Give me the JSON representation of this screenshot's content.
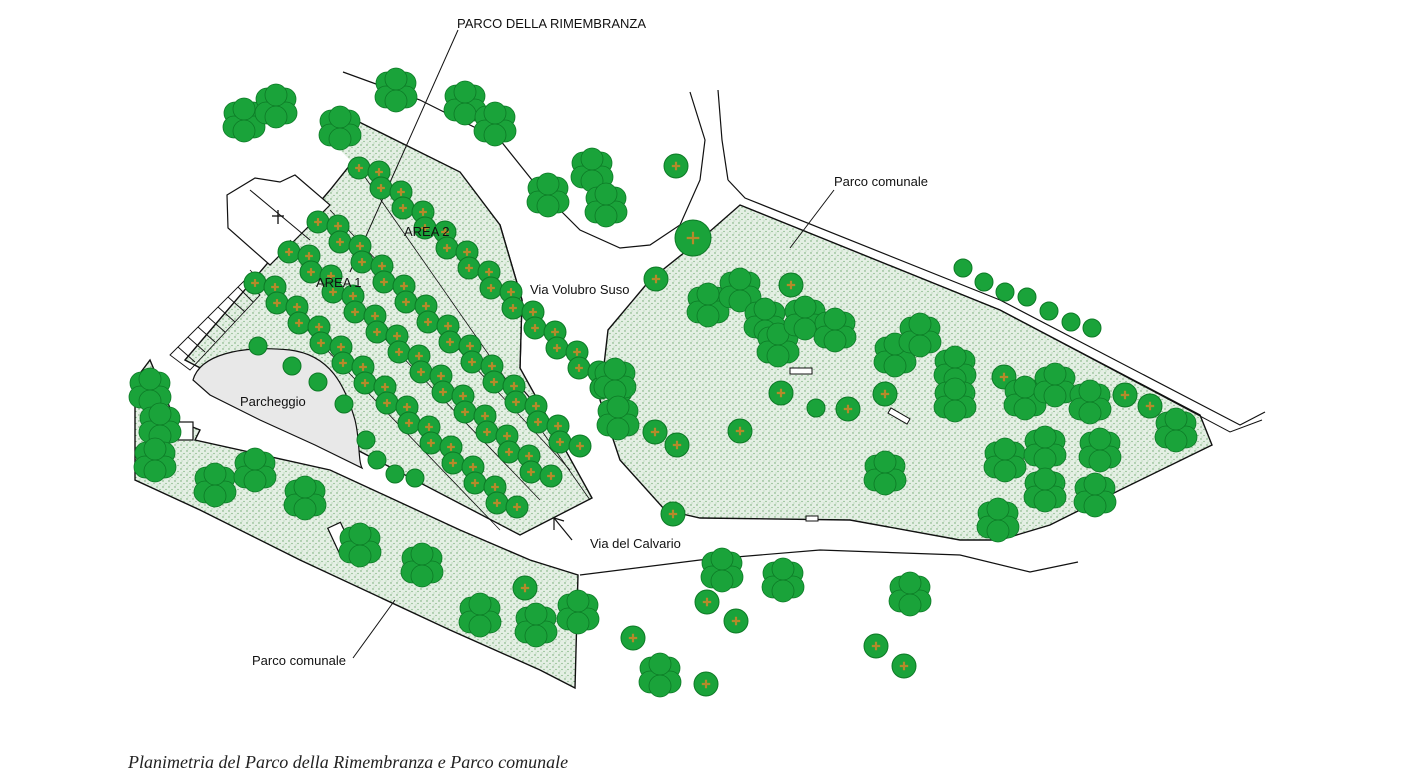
{
  "labels": {
    "title": "PARCO DELLA RIMEMBRANZA",
    "area1": "AREA 1",
    "area2": "AREA 2",
    "parking": "Parcheggio",
    "via_volubro": "Via Volubro Suso",
    "via_calvario": "Via del Calvario",
    "parco_comunale_right": "Parco comunale",
    "parco_comunale_bottom": "Parco comunale"
  },
  "caption": "Planimetria del Parco della Rimembranza e Parco comunale",
  "colors": {
    "grass_fill": "#e4efe4",
    "tree_green": "#1aa33a",
    "tree_dark": "#0d7a26",
    "tree_center": "#b58a2a",
    "parking_fill": "#e8e8e8",
    "line": "#111111"
  },
  "icons": {
    "tree": "tree-icon",
    "church_cross": "cross-icon",
    "arrow": "arrow-icon"
  }
}
